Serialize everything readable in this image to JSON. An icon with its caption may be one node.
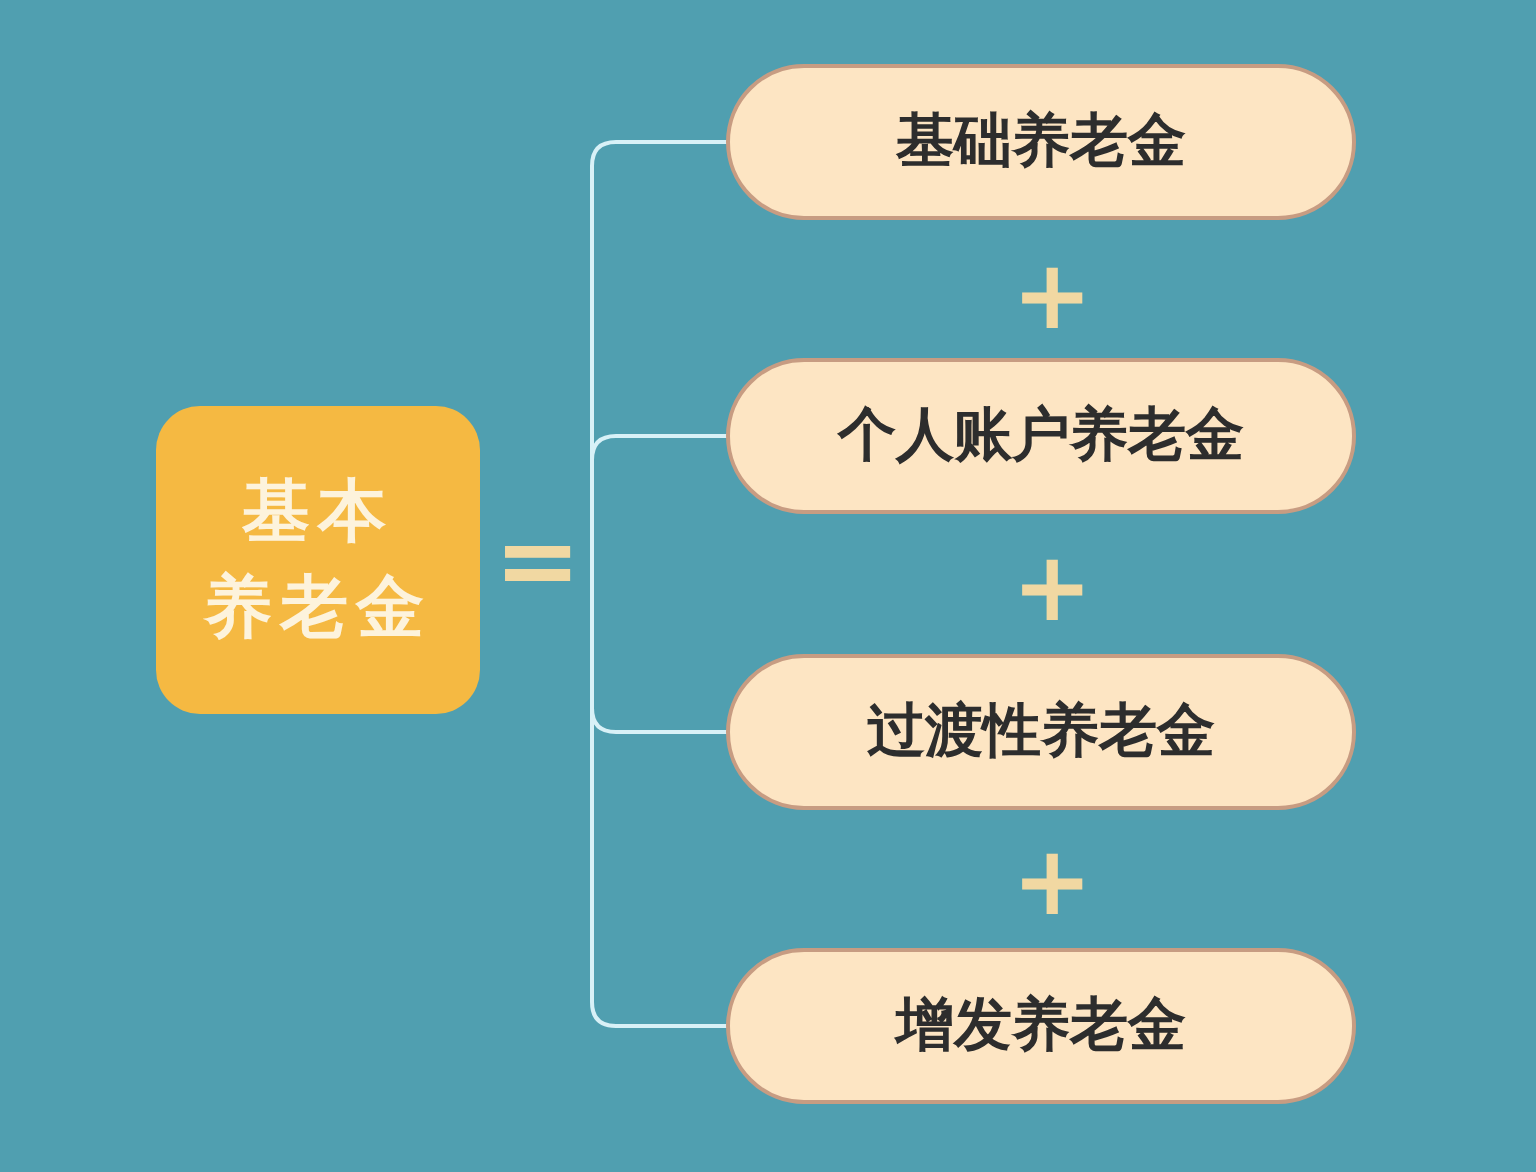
{
  "diagram": {
    "nodes": [
      {
        "text": [
          "基本养老金"
        ]
      },
      {
        "text": [
          "基础养老金"
        ]
      },
      {
        "text": [
          "个人账户养老金"
        ]
      },
      {
        "text": [
          "过渡性养老金"
        ]
      },
      {
        "text": [
          "增发养老金"
        ]
      }
    ],
    "labels": [
      "=",
      "+",
      "+",
      "+"
    ]
  }
}
